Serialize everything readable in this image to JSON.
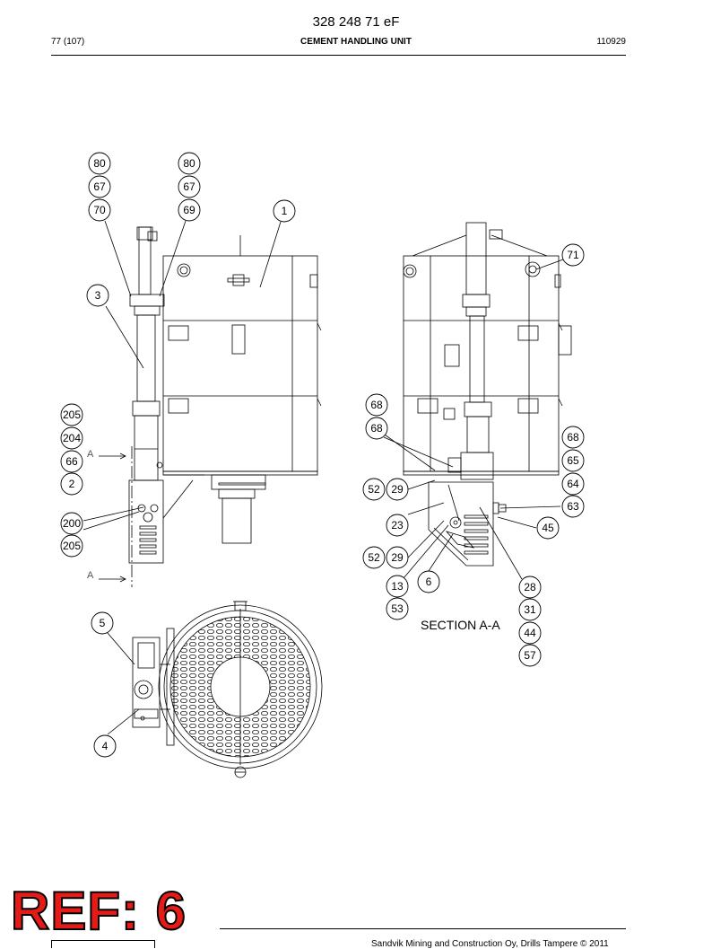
{
  "header": {
    "doc_number": "328 248 71 eF",
    "page": "77 (107)",
    "title": "CEMENT HANDLING UNIT",
    "code": "110929"
  },
  "drawing": {
    "section_label": "SECTION A-A",
    "cut_letters": [
      "A",
      "A"
    ],
    "balloons": [
      "80",
      "67",
      "70",
      "80",
      "67",
      "69",
      "1",
      "3",
      "205",
      "204",
      "66",
      "2",
      "200",
      "205",
      "71",
      "68",
      "68",
      "68",
      "65",
      "64",
      "63",
      "52",
      "29",
      "23",
      "45",
      "52",
      "29",
      "6",
      "13",
      "28",
      "53",
      "31",
      "44",
      "57",
      "5",
      "4"
    ]
  },
  "footer": {
    "ref_badge": "REF: 6",
    "copyright": "Sandvik Mining and Construction Oy, Drills Tampere © 2011"
  }
}
